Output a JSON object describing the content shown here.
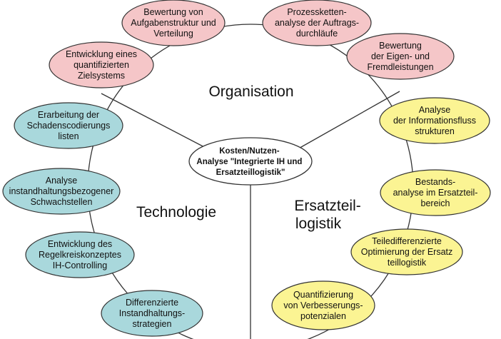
{
  "center": {
    "lines": [
      "Kosten/Nutzen-",
      "Analyse \"Integrierte IH und",
      "Ersatzteillogistik\""
    ]
  },
  "regions": {
    "organisation": "Organisation",
    "technologie": "Technologie",
    "ersatzteillogistik": [
      "Ersatzteil-",
      "logistik"
    ]
  },
  "colors": {
    "pink": "#f5c6c8",
    "teal": "#a9d8dc",
    "yellow": "#fbf493",
    "stroke": "#333333"
  },
  "nodes": [
    {
      "id": "bewertung-aufgabenstruktur",
      "group": "pink",
      "lines": [
        "Bewertung von",
        "Aufgabenstruktur und",
        "Verteilung"
      ]
    },
    {
      "id": "prozessketten-analyse",
      "group": "pink",
      "lines": [
        "Prozessketten-",
        "analyse der Auftrags-",
        "durchläufe"
      ]
    },
    {
      "id": "entwicklung-zielsystem",
      "group": "pink",
      "lines": [
        "Entwicklung eines",
        "quantifizierten",
        "Zielsystems"
      ]
    },
    {
      "id": "bewertung-eigen-fremd",
      "group": "pink",
      "lines": [
        "Bewertung",
        "der Eigen- und",
        "Fremdleistungen"
      ]
    },
    {
      "id": "erarbeitung-schadenscodierung",
      "group": "teal",
      "lines": [
        "Erarbeitung der",
        "Schadenscodierungs",
        "listen"
      ]
    },
    {
      "id": "analyse-informationsfluss",
      "group": "yellow",
      "lines": [
        "Analyse",
        "der Informationsfluss",
        "strukturen"
      ]
    },
    {
      "id": "analyse-schwachstellen",
      "group": "teal",
      "lines": [
        "Analyse",
        "instandhaltungsbezogener",
        "Schwachstellen"
      ]
    },
    {
      "id": "bestandsanalyse",
      "group": "yellow",
      "lines": [
        "Bestands-",
        "analyse im Ersatzteil-",
        "bereich"
      ]
    },
    {
      "id": "entwicklung-regelkreis",
      "group": "teal",
      "lines": [
        "Entwicklung des",
        "Regelkreiskonzeptes",
        "IH-Controlling"
      ]
    },
    {
      "id": "teiledifferenzierte-optimierung",
      "group": "yellow",
      "lines": [
        "Teiledifferenzierte",
        "Optimierung der Ersatz",
        "teillogistik"
      ]
    },
    {
      "id": "differenzierte-strategien",
      "group": "teal",
      "lines": [
        "Differenzierte",
        "Instandhaltungs-",
        "strategien"
      ]
    },
    {
      "id": "quantifizierung-potenziale",
      "group": "yellow",
      "lines": [
        "Quantifizierung",
        "von Verbesserungs-",
        "potenzialen"
      ]
    }
  ]
}
